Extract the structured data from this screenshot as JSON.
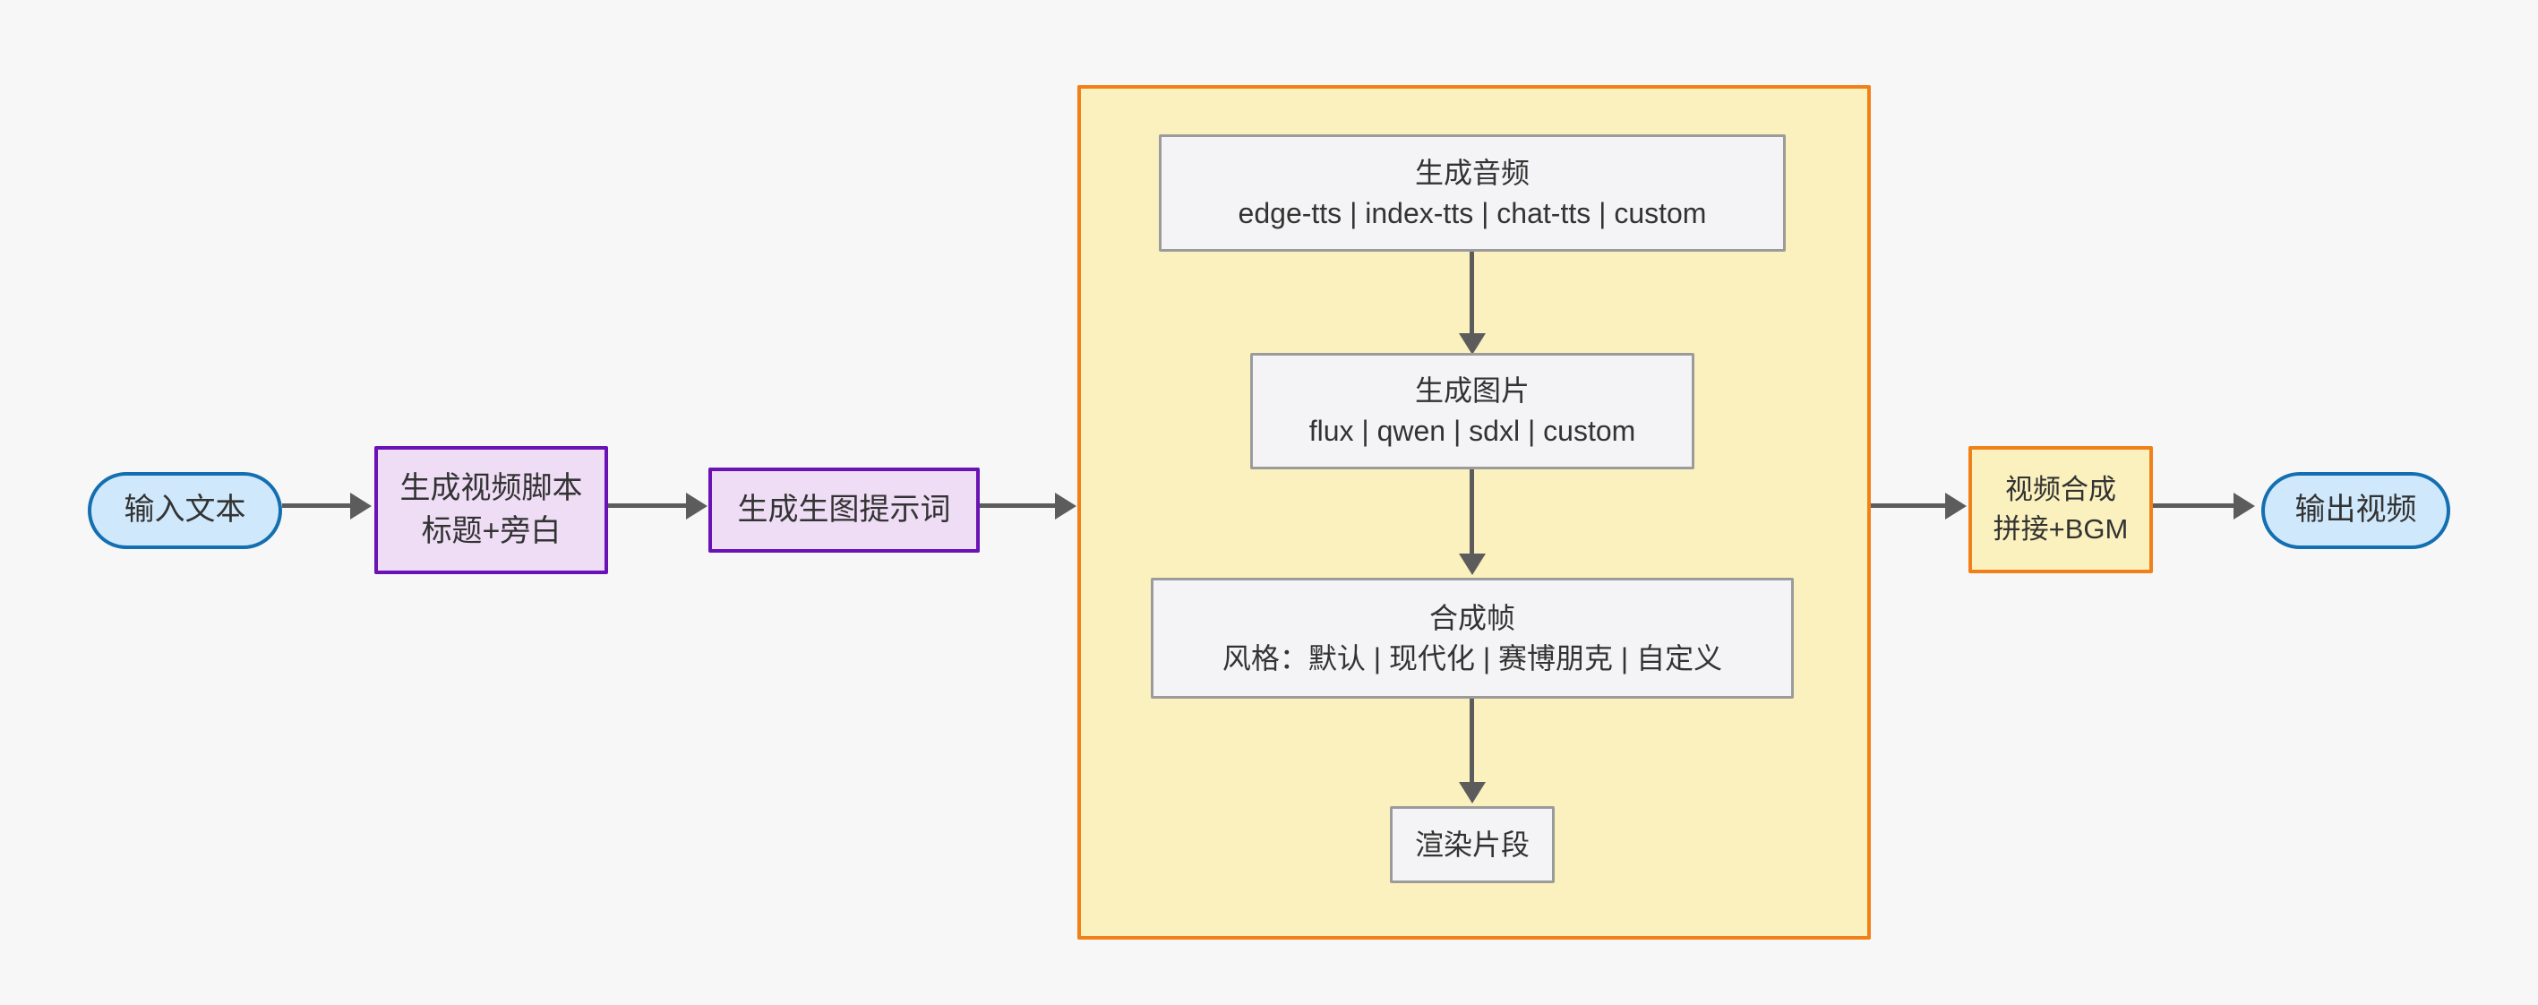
{
  "diagram": {
    "type": "flowchart",
    "direction": "left-to-right",
    "background_color": "#f7f7f7",
    "palette": {
      "terminator_fill": "#cfe8fb",
      "terminator_stroke": "#136fb0",
      "process_fill": "#eeddf5",
      "process_stroke": "#6a12b5",
      "highlight_fill": "#fbf1be",
      "highlight_stroke": "#f28019",
      "plain_fill": "#f4f4f6",
      "plain_stroke": "#9b9b9b",
      "edge_color": "#5c5c5c",
      "text_color": "#333333"
    },
    "nodes": {
      "input_text": {
        "label": "输入文本",
        "shape": "stadium"
      },
      "script": {
        "line1": "生成视频脚本",
        "line2": "标题+旁白",
        "shape": "rect"
      },
      "prompt": {
        "label": "生成生图提示词",
        "shape": "rect"
      },
      "audio": {
        "line1": "生成音频",
        "line2": "edge-tts | index-tts | chat-tts | custom",
        "shape": "rect"
      },
      "image": {
        "line1": "生成图片",
        "line2": "flux | qwen | sdxl | custom",
        "shape": "rect"
      },
      "frame": {
        "line1": "合成帧",
        "line2": "风格：默认 | 现代化 | 赛博朋克 | 自定义",
        "shape": "rect"
      },
      "render": {
        "label": "渲染片段",
        "shape": "rect"
      },
      "compose": {
        "line1": "视频合成",
        "line2": "拼接+BGM",
        "shape": "rect"
      },
      "output_video": {
        "label": "输出视频",
        "shape": "stadium"
      }
    },
    "subgraph": {
      "title": "",
      "contains": [
        "audio",
        "image",
        "frame",
        "render"
      ]
    },
    "edges": [
      {
        "from": "input_text",
        "to": "script"
      },
      {
        "from": "script",
        "to": "prompt"
      },
      {
        "from": "prompt",
        "to": "segment_loop"
      },
      {
        "from": "audio",
        "to": "image"
      },
      {
        "from": "image",
        "to": "frame"
      },
      {
        "from": "frame",
        "to": "render"
      },
      {
        "from": "segment_loop",
        "to": "compose"
      },
      {
        "from": "compose",
        "to": "output_video"
      }
    ]
  }
}
